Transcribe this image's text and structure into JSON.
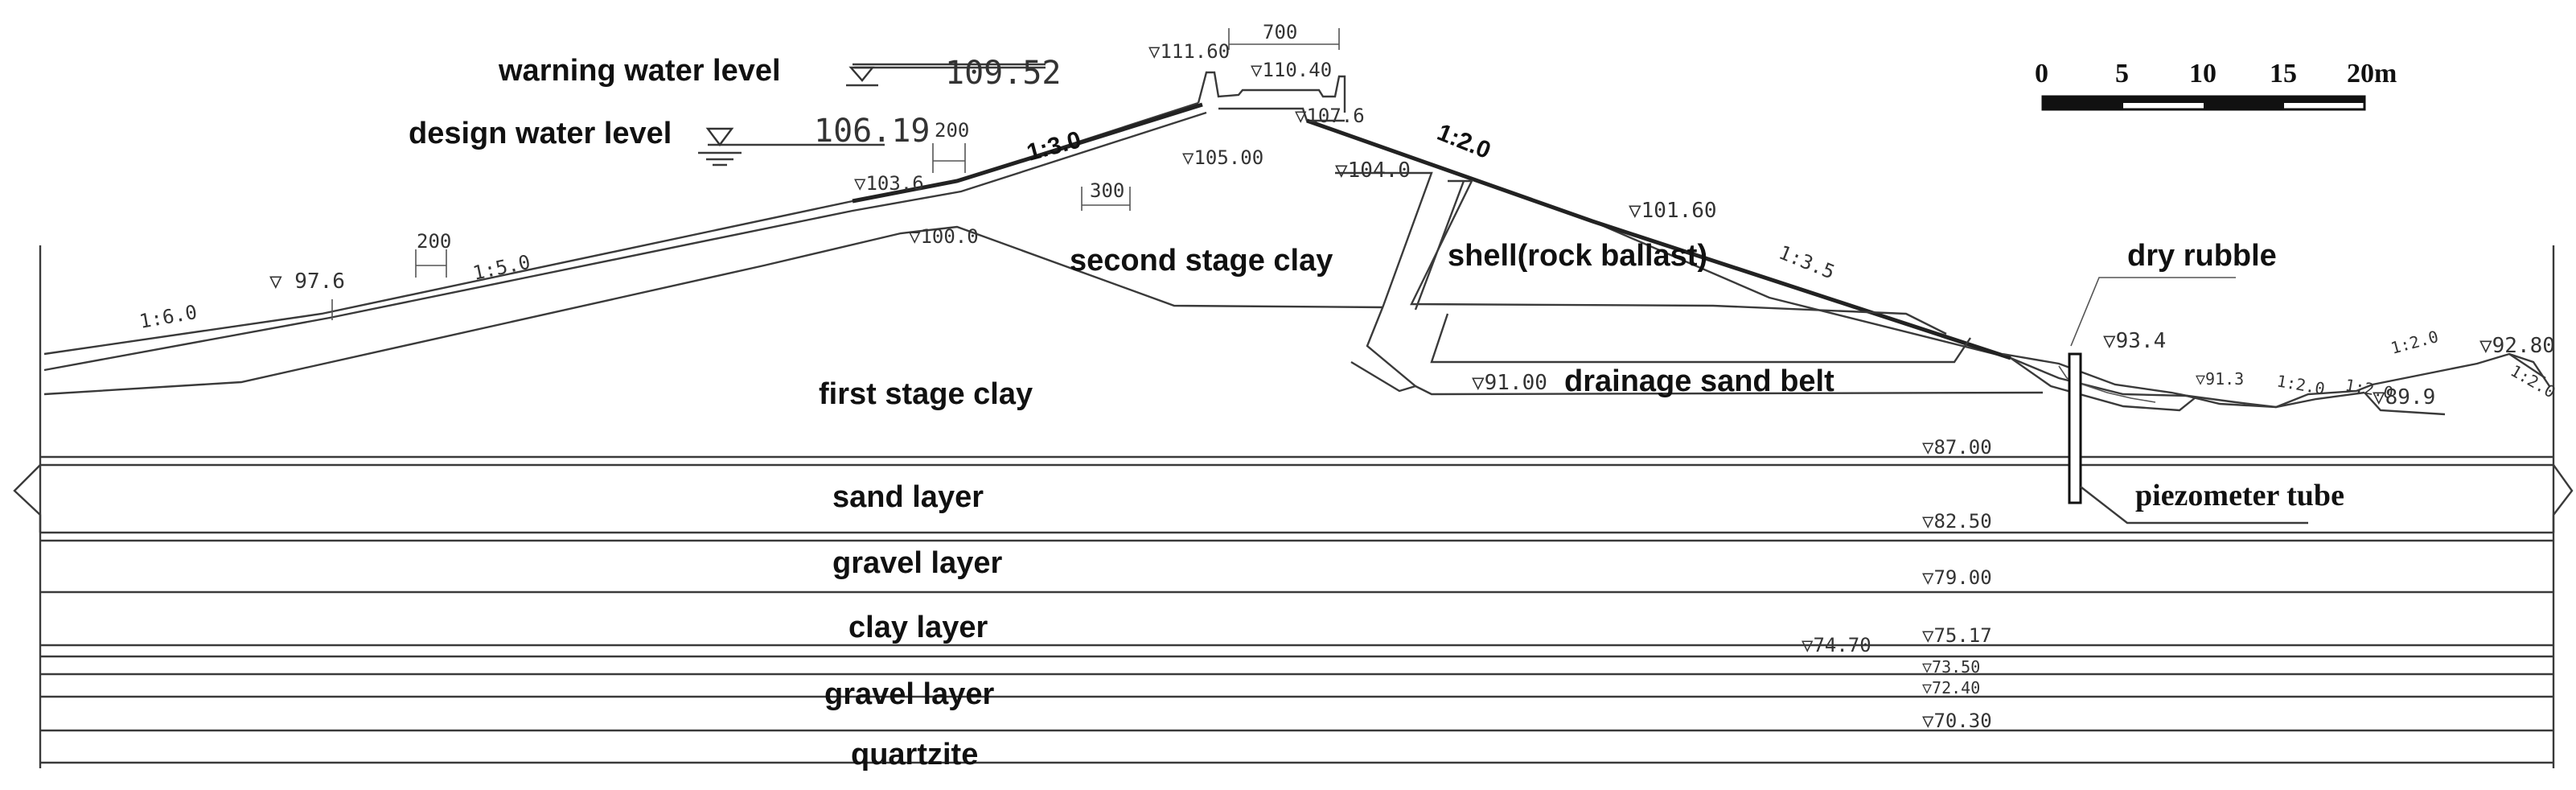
{
  "layers": {
    "first_stage_clay": "first stage clay",
    "second_stage_clay": "second stage clay",
    "shell": "shell(rock ballast)",
    "drainage": "drainage sand belt",
    "dry_rubble": "dry rubble",
    "sand": "sand layer",
    "gravel1": "gravel layer",
    "clay": "clay layer",
    "gravel2": "gravel layer",
    "quartzite": "quartzite",
    "piezometer": "piezometer tube"
  },
  "water_levels": {
    "warning_label": "warning water level",
    "warning_value": "109.52",
    "design_label": "design water level",
    "design_value": "106.19"
  },
  "elevations": {
    "crest_wall": "▽111.60",
    "crest_road": "▽110.40",
    "crest_down": "▽107.6",
    "berm_up": "▽105.00",
    "up_103": "▽103.6",
    "core_top": "▽100.0",
    "up_97": "▽ 97.6",
    "core_down": "▽104.0",
    "down_101": "▽101.60",
    "down_93": "▽93.4",
    "drain_91": "▽91.00",
    "toe_913": "▽91.3",
    "toe_899": "▽89.9",
    "right_928": "▽92.80",
    "strat_87": "▽87.00",
    "strat_825": "▽82.50",
    "strat_79": "▽79.00",
    "strat_747": "▽74.70",
    "strat_7517": "▽75.17",
    "strat_7350": "▽73.50",
    "strat_7240": "▽72.40",
    "strat_7030": "▽70.30"
  },
  "dimensions": {
    "crest_width": "700",
    "w200_a": "200",
    "w200_b": "200",
    "w300": "300"
  },
  "slopes": {
    "up_main": "1:3.0",
    "down_main": "1:2.0",
    "up_15": "1:5.0",
    "up_16": "1:6.0",
    "down_135": "1:3.5",
    "toe_a": "1:2.0",
    "toe_b": "1:2.0",
    "toe_c": "1:2.0",
    "toe_d": "1:2.0"
  },
  "scale": {
    "ticks": [
      "0",
      "5",
      "10",
      "15",
      "20m"
    ]
  }
}
